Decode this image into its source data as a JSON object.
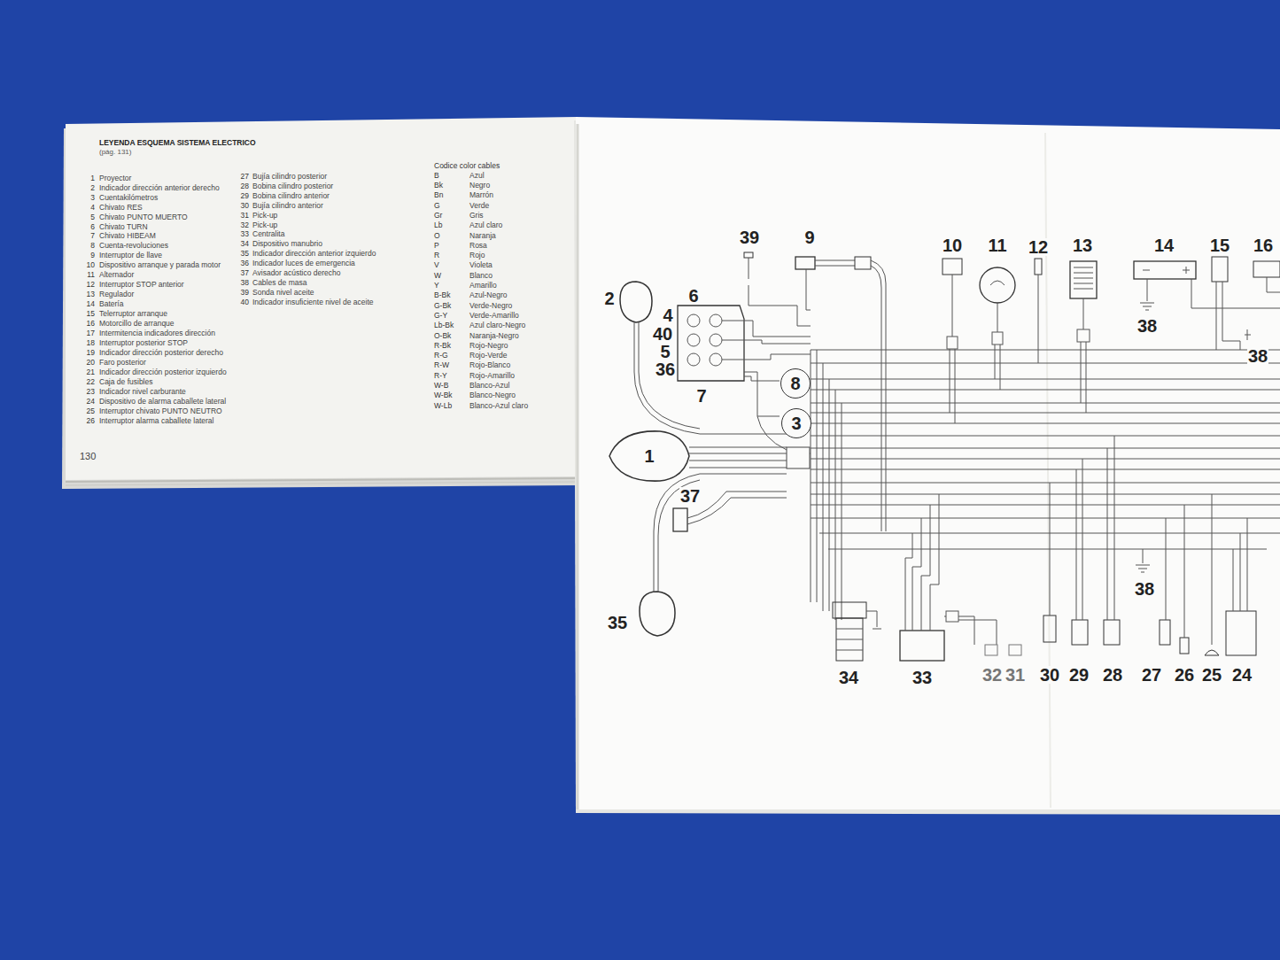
{
  "diagram": {
    "title": "LEYENDA ESQUEMA SISTEMA ELECTRICO",
    "nodes": [
      {
        "text": [
          "8"
        ]
      },
      {
        "text": [
          "3"
        ]
      }
    ],
    "labels": [
      "(pág. 131)",
      "1",
      "Proyector",
      "2",
      "Indicador dirección anterior derecho",
      "3",
      "Cuentakilómetros",
      "4",
      "Chivato RES",
      "5",
      "Chivato PUNTO MUERTO",
      "6",
      "Chivato TURN",
      "7",
      "Chivato HIBEAM",
      "8",
      "Cuenta-revoluciones",
      "9",
      "Interruptor de llave",
      "10",
      "Dispositivo arranque y parada motor",
      "11",
      "Alternador",
      "12",
      "Interruptor STOP anterior",
      "13",
      "Regulador",
      "14",
      "Batería",
      "15",
      "Telerruptor arranque",
      "16",
      "Motorcillo de arranque",
      "17",
      "Intermitencia indicadores dirección",
      "18",
      "Interruptor posterior STOP",
      "19",
      "Indicador dirección posterior derecho",
      "20",
      "Faro posterior",
      "21",
      "Indicador dirección posterior izquierdo",
      "22",
      "Caja de fusibles",
      "23",
      "Indicador nivel carburante",
      "24",
      "Dispositivo de alarma caballete lateral",
      "25",
      "Interruptor chivato PUNTO NEUTRO",
      "26",
      "Interruptor alarma caballete lateral",
      "27",
      "Bujía cilindro posterior",
      "28",
      "Bobina cilindro posterior",
      "29",
      "Bobina cilindro anterior",
      "30",
      "Bujía cilindro anterior",
      "31",
      "Pick-up",
      "32",
      "Pick-up",
      "33",
      "Centralita",
      "34",
      "Dispositivo manubrio",
      "35",
      "Indicador dirección anterior izquierdo",
      "36",
      "Indicador luces de emergencia",
      "37",
      "Avisador acústico derecho",
      "38",
      "Cables de masa",
      "39",
      "Sonda nivel aceite",
      "40",
      "Indicador insuficiente nivel de aceite",
      "Codice color cables",
      "B",
      "Azul",
      "Bk",
      "Negro",
      "Bn",
      "Marrón",
      "G",
      "Verde",
      "Gr",
      "Gris",
      "Lb",
      "Azul claro",
      "O",
      "Naranja",
      "P",
      "Rosa",
      "R",
      "Rojo",
      "V",
      "Violeta",
      "W",
      "Blanco",
      "Y",
      "Amarillo",
      "B-Bk",
      "Azul-Negro",
      "G-Bk",
      "Verde-Negro",
      "G-Y",
      "Verde-Amarillo",
      "Lb-Bk",
      "Azul claro-Negro",
      "O-Bk",
      "Naranja-Negro",
      "R-Bk",
      "Rojo-Negro",
      "R-G",
      "Rojo-Verde",
      "R-W",
      "Rojo-Blanco",
      "R-Y",
      "Rojo-Amarillo",
      "W-B",
      "Blanco-Azul",
      "W-Bk",
      "Blanco-Negro",
      "W-Lb",
      "Blanco-Azul claro",
      "130",
      "39",
      "9",
      "10",
      "11",
      "12",
      "13",
      "14",
      "15",
      "16",
      "2",
      "6",
      "4",
      "40",
      "5",
      "36",
      "7",
      "1",
      "37",
      "35",
      "34",
      "33",
      "32",
      "31",
      "30",
      "29",
      "28",
      "27",
      "26",
      "25",
      "24",
      "38",
      "38",
      "38"
    ]
  }
}
